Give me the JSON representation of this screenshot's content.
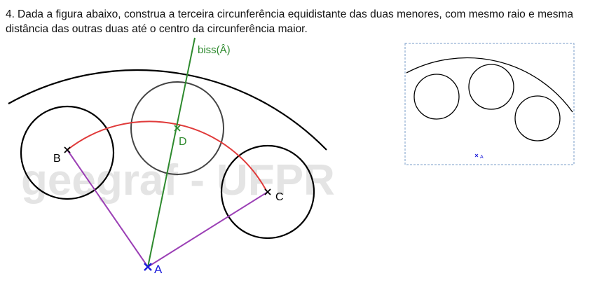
{
  "question": {
    "number": "4.",
    "text": "Dada a figura abaixo, construa a terceira circunferência equidistante das duas menores, com mesmo raio e mesma distância das outras duas até o centro da circunferência maior."
  },
  "figure": {
    "watermark": "geegraf - UFPR",
    "labels": {
      "bisector": "biss(Â)",
      "A": "A",
      "B": "B",
      "C": "C",
      "D": "D"
    },
    "colors": {
      "circle": "#000000",
      "circle_d": "#444444",
      "arc": "#e03a3a",
      "segments": "#9b3fb5",
      "bisector": "#2e8a2e",
      "point_a": "#1a1adb",
      "watermark": "#e4e4e4",
      "inset_border": "#7a9cc9"
    }
  },
  "inset": {
    "label_a": "A"
  }
}
